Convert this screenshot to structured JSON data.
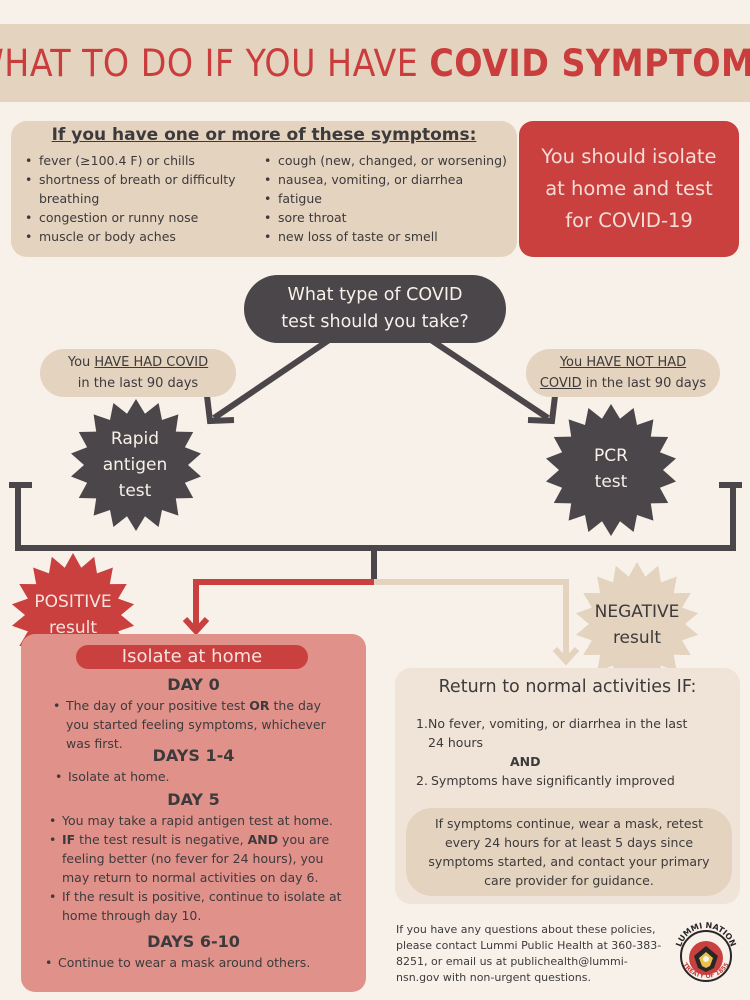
{
  "title": {
    "plain": "WHAT TO DO IF YOU HAVE ",
    "bold": "COVID SYMPTOMS"
  },
  "symptoms": {
    "heading": "If you have one or more of these symptoms:",
    "left": [
      "fever (≥100.4 F) or chills",
      "shortness of breath or difficulty breathing",
      "congestion or runny nose",
      "muscle or body aches"
    ],
    "right": [
      "cough (new, changed, or worsening)",
      "nausea, vomiting, or diarrhea",
      "fatigue",
      "sore throat",
      "new loss of taste or smell"
    ]
  },
  "isolate_advice": "You should isolate at home and test for COVID-19",
  "question": "What type of COVID test should you take?",
  "had_covid": {
    "pre": "You ",
    "link": "HAVE HAD COVID",
    "post": "in the last 90 days"
  },
  "not_had_covid": {
    "link1": "You HAVE NOT HAD",
    "link2": "COVID",
    "post": " in the last 90 days"
  },
  "rapid_test": "Rapid antigen test",
  "pcr_test": "PCR test",
  "positive": "POSITIVE result",
  "negative": "NEGATIVE result",
  "isolate": {
    "tag": "Isolate at home",
    "day0": {
      "heading": "DAY 0",
      "a": "The day of your positive test ",
      "or": "OR",
      "b": " the day you started feeling symptoms, whichever was first."
    },
    "day14": {
      "heading": "DAYS 1-4",
      "item": "Isolate at home."
    },
    "day5": {
      "heading": "DAY 5",
      "item1": "You may take a rapid antigen test at home.",
      "if": "IF",
      "mid": " the test result is negative, ",
      "and": "AND",
      "rest": " you are feeling better (no fever for 24 hours), you may return to normal activities on day 6.",
      "item3": "If the result is positive, continue to isolate at home through day 10."
    },
    "day610": {
      "heading": "DAYS 6-10",
      "item": "Continue to wear a mask around others."
    }
  },
  "return": {
    "title": "Return to normal activities IF:",
    "cond1": "No fever, vomiting, or diarrhea in the last 24 hours",
    "and": "AND",
    "cond2": "Symptoms have significantly improved",
    "note": "If symptoms continue, wear a mask, retest every 24 hours for at least 5 days since symptoms started, and contact your primary care provider for guidance."
  },
  "contact": "If you have any questions about these policies, please contact Lummi Public Health at 360-383-8251, or email us at publichealth@lummi-nsn.gov with non-urgent questions.",
  "logo": {
    "top": "LUMMI NATION",
    "bottom": "TREATY OF 1855"
  },
  "colors": {
    "red": "#c9403f",
    "dark": "#4a4649",
    "tan": "#e4d3bf",
    "pink": "#e0918a",
    "cream": "#f7f1ea"
  }
}
